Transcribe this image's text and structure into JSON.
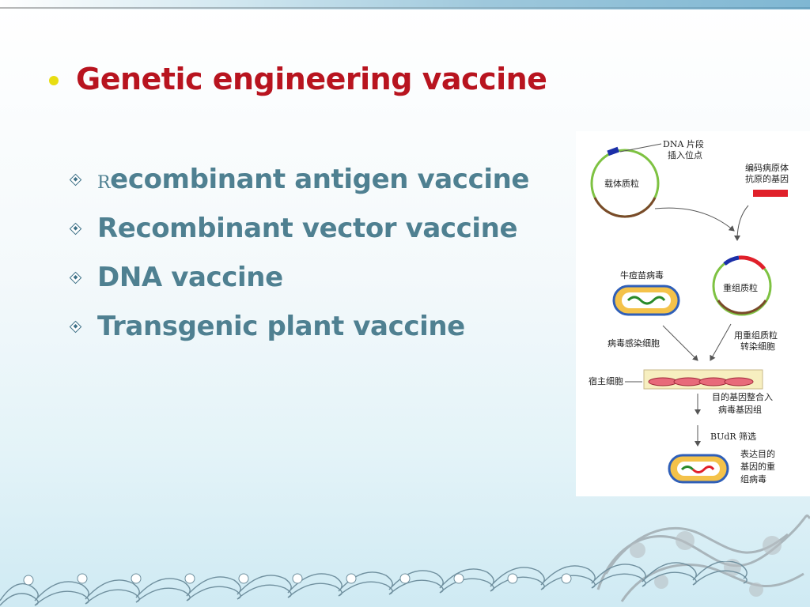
{
  "slide": {
    "title": "Genetic engineering vaccine",
    "items": [
      {
        "cap": "R",
        "rest": "ecombinant antigen vaccine"
      },
      {
        "cap": "",
        "rest": "Recombinant vector vaccine"
      },
      {
        "cap": "",
        "rest": "DNA vaccine"
      },
      {
        "cap": "",
        "rest": "Transgenic plant vaccine"
      }
    ]
  },
  "diagram": {
    "dna_fragment": "DNA 片段",
    "insertion_site": "插入位点",
    "vector_plasmid": "载体质粒",
    "antigen_gene_1": "编码病原体",
    "antigen_gene_2": "抗原的基因",
    "vaccinia_virus": "牛痘苗病毒",
    "recombinant_plasmid": "重组质粒",
    "virus_infect": "病毒感染细胞",
    "transfect_1": "用重组质粒",
    "transfect_2": "转染细胞",
    "host_cell": "宿主细胞",
    "integrate_1": "目的基因整合入",
    "integrate_2": "病毒基因组",
    "budr": "BUdR 筛选",
    "express_1": "表达目的",
    "express_2": "基因的重",
    "express_3": "组病毒"
  },
  "colors": {
    "title": "#b8141f",
    "bullet": "#e8dd12",
    "item_text": "#4f8091"
  }
}
